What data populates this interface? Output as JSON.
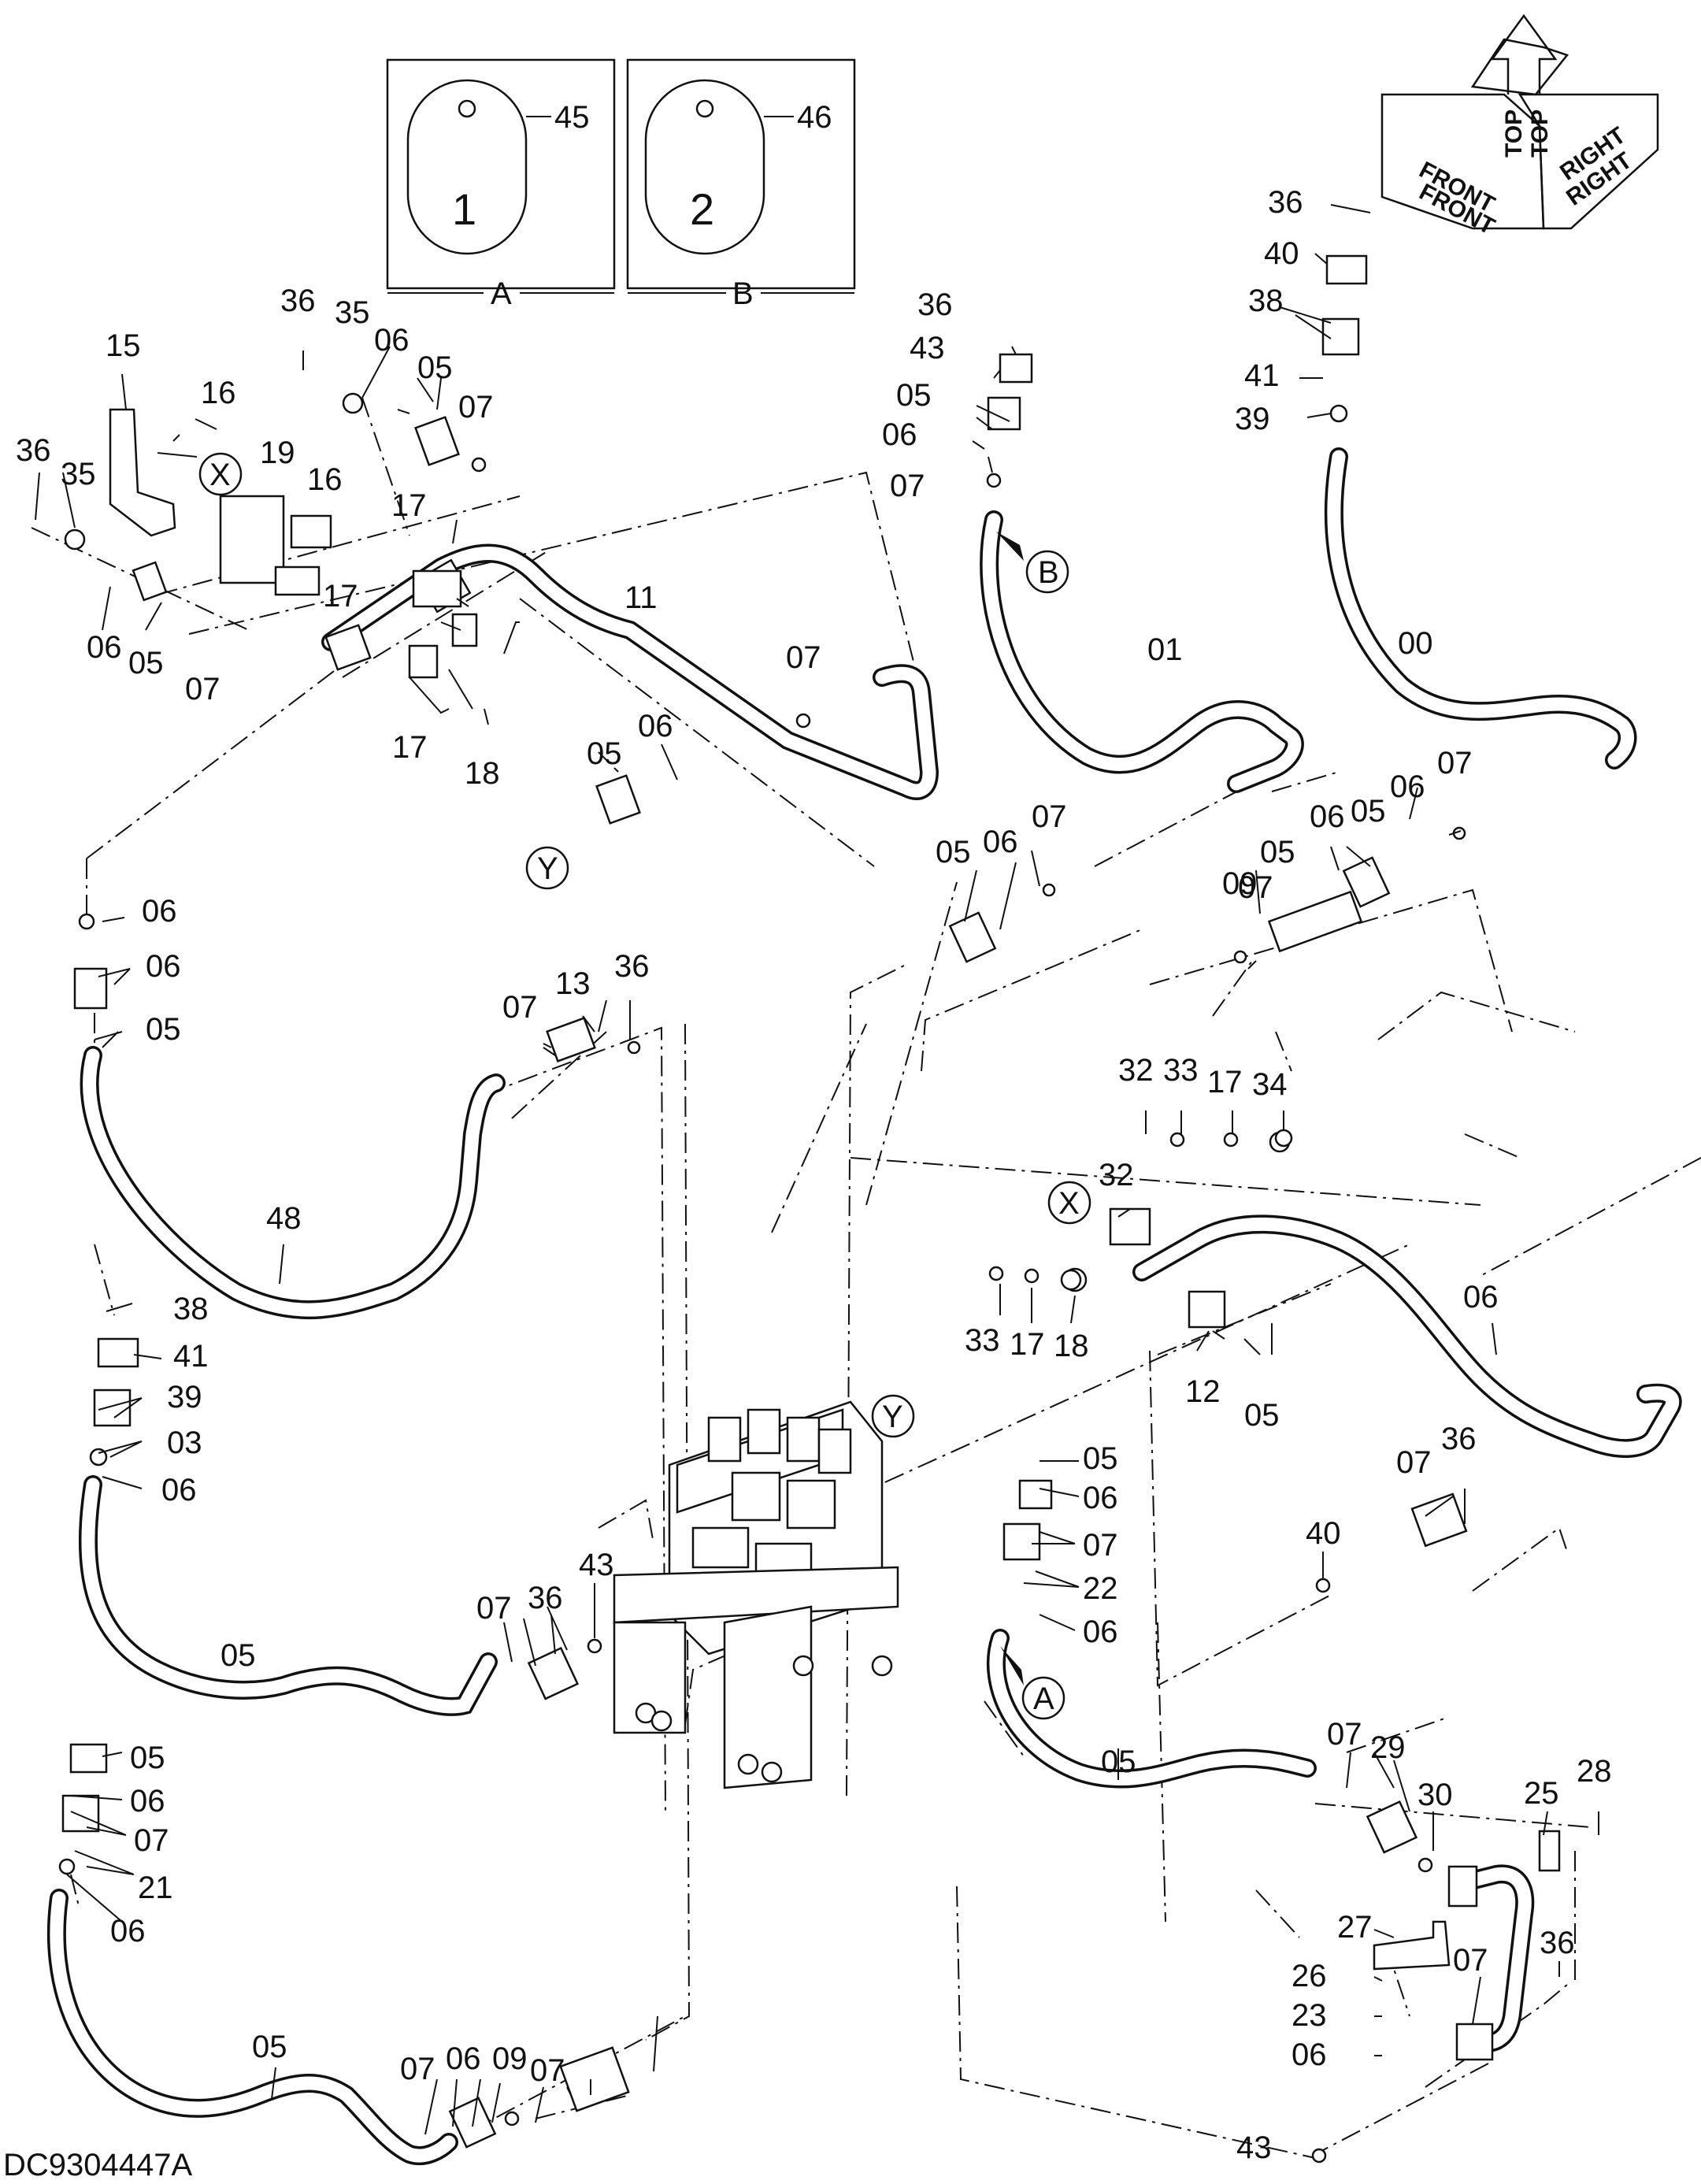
{
  "drawing_code": "DC9304447A",
  "orientation": {
    "front": "FRONT",
    "top": "TOP",
    "right": "RIGHT"
  },
  "tags": [
    {
      "label": "A",
      "number": "1",
      "part": "45"
    },
    {
      "label": "B",
      "number": "2",
      "part": "46"
    }
  ],
  "refs": {
    "x": "X",
    "y": "Y",
    "a": "A",
    "b": "B"
  },
  "callouts": [
    "36",
    "35",
    "06",
    "05",
    "07",
    "15",
    "16",
    "36",
    "35",
    "19",
    "16",
    "17",
    "17",
    "06",
    "05",
    "07",
    "17",
    "18",
    "11",
    "07",
    "05",
    "06",
    "36",
    "43",
    "05",
    "06",
    "07",
    "01",
    "36",
    "40",
    "38",
    "41",
    "39",
    "00",
    "05",
    "06",
    "07",
    "06",
    "05",
    "06",
    "07",
    "09",
    "07",
    "05",
    "06",
    "06",
    "05",
    "07",
    "13",
    "36",
    "48",
    "32",
    "33",
    "17",
    "34",
    "32",
    "33",
    "17",
    "18",
    "12",
    "05",
    "06",
    "07",
    "36",
    "40",
    "38",
    "41",
    "39",
    "03",
    "06",
    "05",
    "07",
    "36",
    "43",
    "05",
    "06",
    "07",
    "22",
    "06",
    "05",
    "07",
    "29",
    "30",
    "25",
    "28",
    "27",
    "26",
    "23",
    "06",
    "07",
    "36",
    "43",
    "05",
    "06",
    "07",
    "21",
    "06",
    "05",
    "07",
    "06",
    "09",
    "07"
  ]
}
